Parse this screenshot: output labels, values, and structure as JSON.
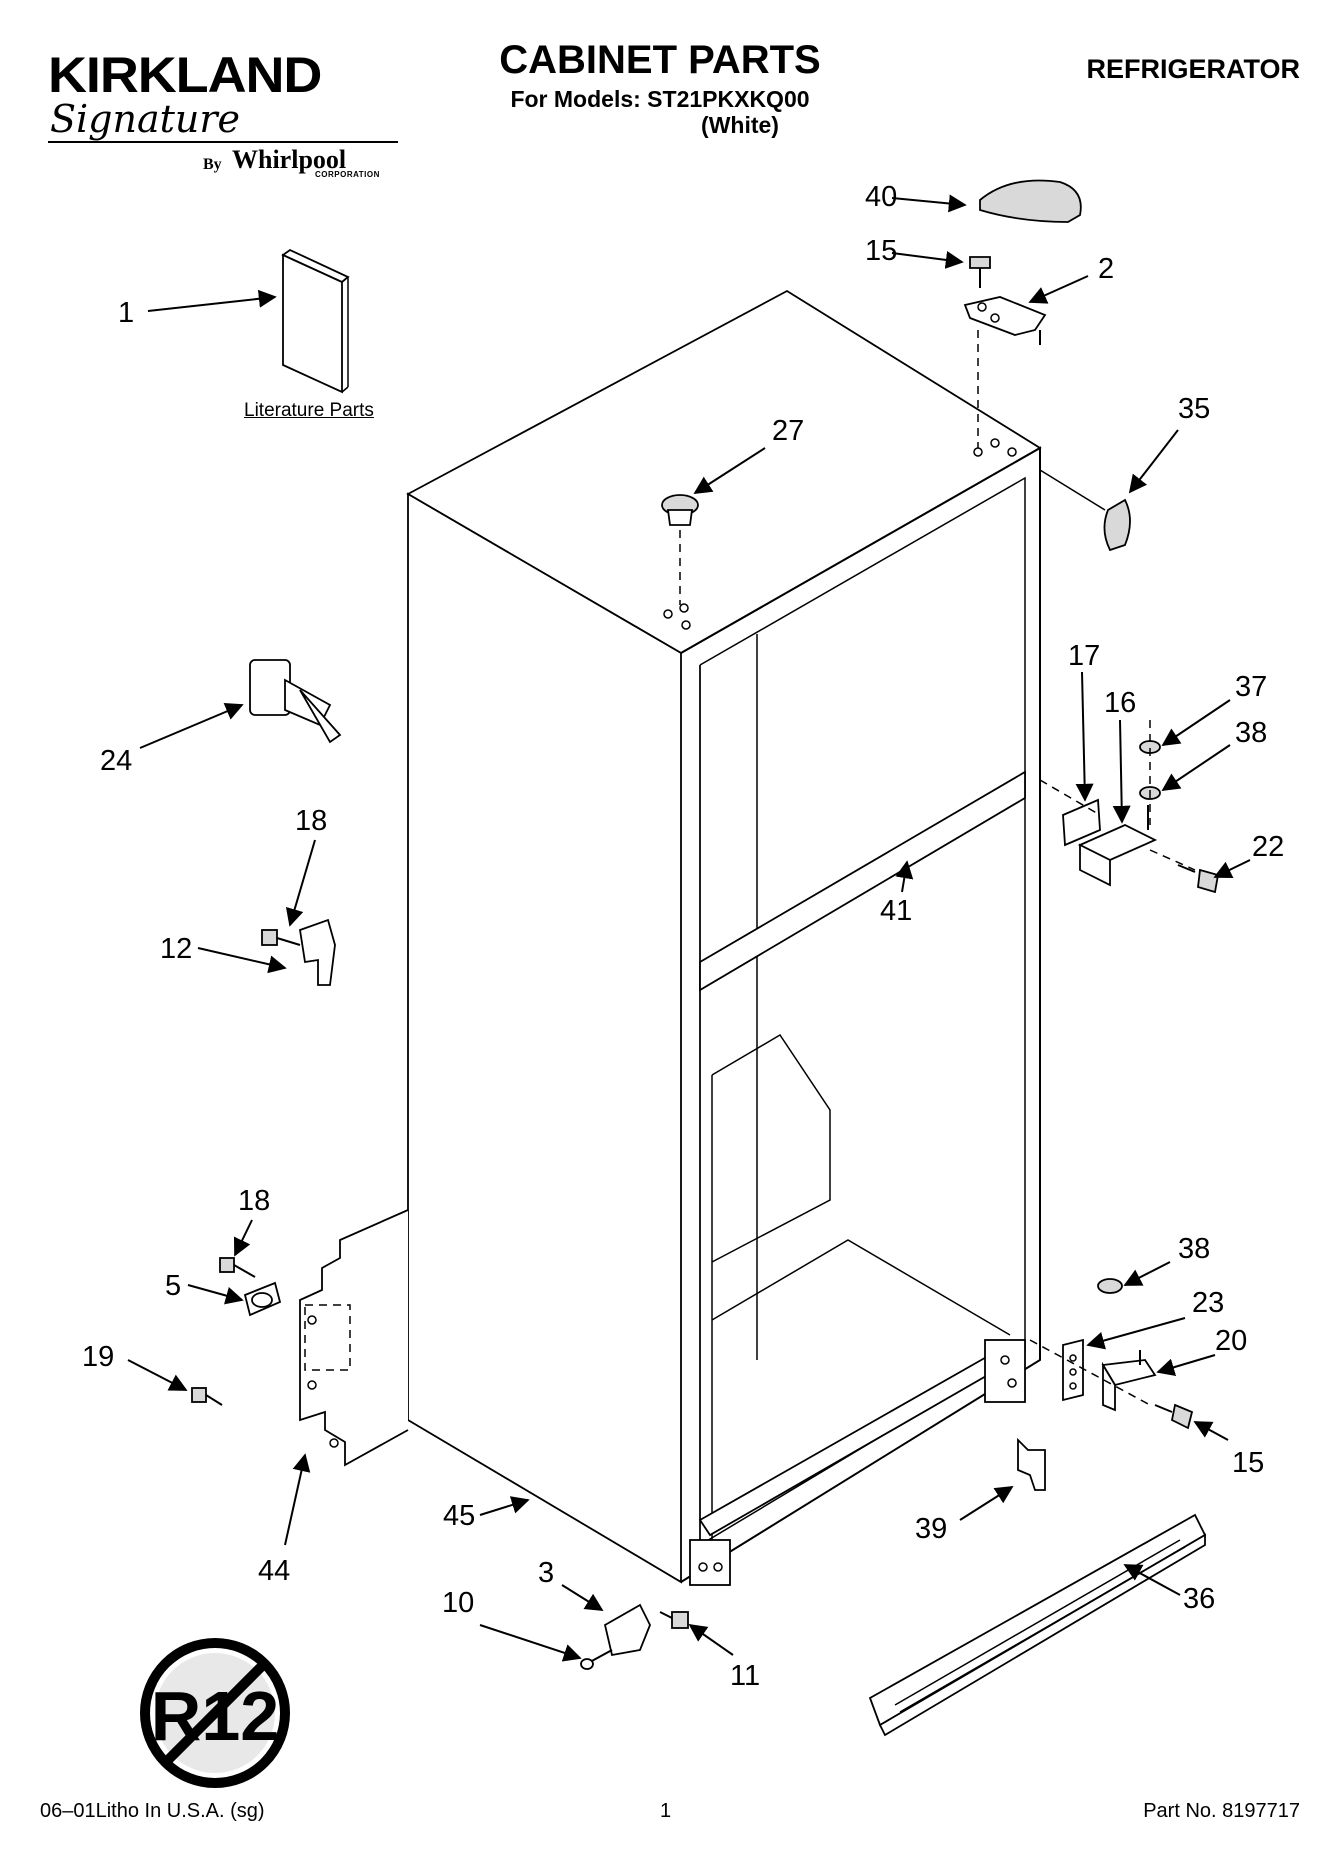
{
  "logo": {
    "brand": "KIRKLAND",
    "script": "Signature",
    "by": "By",
    "maker": "Whirlpool",
    "maker_suffix": "CORPORATION"
  },
  "header": {
    "title": "CABINET PARTS",
    "models": "For Models: ST21PKXKQ00",
    "variant": "(White)",
    "appliance": "REFRIGERATOR"
  },
  "literature_label": "Literature Parts",
  "badge": {
    "text": "R12",
    "icon": "no-r12-symbol"
  },
  "callouts": [
    {
      "id": "c40",
      "number": "40"
    },
    {
      "id": "c15a",
      "number": "15"
    },
    {
      "id": "c2",
      "number": "2"
    },
    {
      "id": "c1",
      "number": "1"
    },
    {
      "id": "c35",
      "number": "35"
    },
    {
      "id": "c27",
      "number": "27"
    },
    {
      "id": "c17",
      "number": "17"
    },
    {
      "id": "c16",
      "number": "16"
    },
    {
      "id": "c37",
      "number": "37"
    },
    {
      "id": "c38a",
      "number": "38"
    },
    {
      "id": "c22",
      "number": "22"
    },
    {
      "id": "c24",
      "number": "24"
    },
    {
      "id": "c18a",
      "number": "18"
    },
    {
      "id": "c12",
      "number": "12"
    },
    {
      "id": "c41",
      "number": "41"
    },
    {
      "id": "c18b",
      "number": "18"
    },
    {
      "id": "c5",
      "number": "5"
    },
    {
      "id": "c19",
      "number": "19"
    },
    {
      "id": "c44",
      "number": "44"
    },
    {
      "id": "c45",
      "number": "45"
    },
    {
      "id": "c38b",
      "number": "38"
    },
    {
      "id": "c23",
      "number": "23"
    },
    {
      "id": "c20",
      "number": "20"
    },
    {
      "id": "c15b",
      "number": "15"
    },
    {
      "id": "c39",
      "number": "39"
    },
    {
      "id": "c36",
      "number": "36"
    },
    {
      "id": "c3",
      "number": "3"
    },
    {
      "id": "c10",
      "number": "10"
    },
    {
      "id": "c11",
      "number": "11"
    }
  ],
  "footer": {
    "litho": "06–01Litho In U.S.A. (sg)",
    "page": "1",
    "part_no": "Part No. 8197717"
  }
}
